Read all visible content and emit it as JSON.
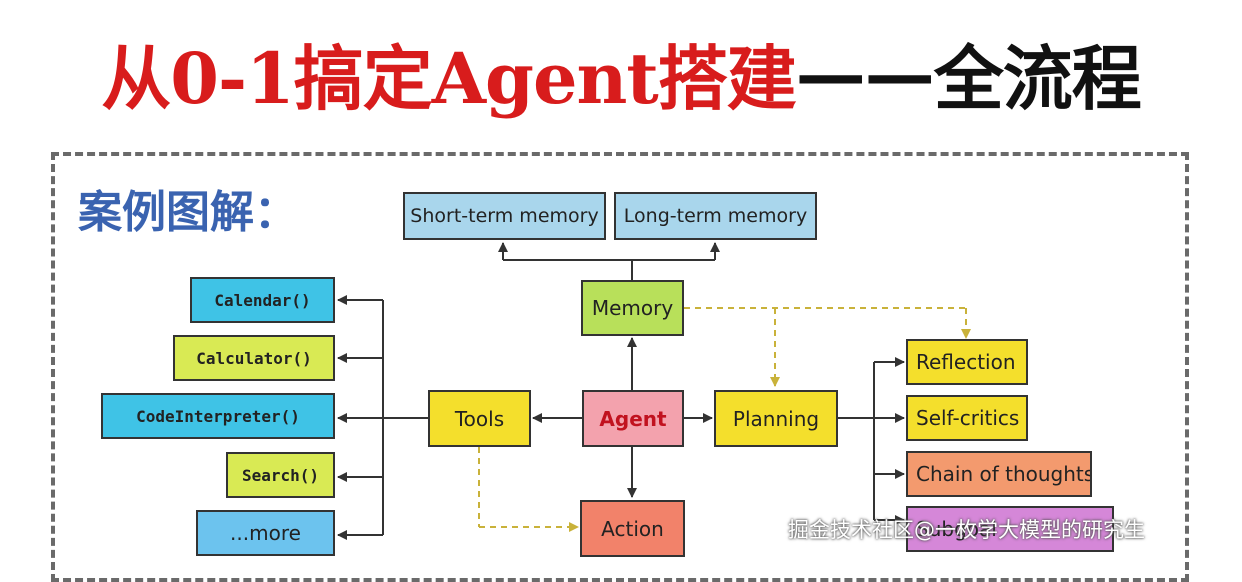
{
  "title": {
    "red": "从0-1搞定Agent搭建",
    "dash": "——",
    "black": "全流程"
  },
  "subtitle": "案例图解：",
  "diagram": {
    "nodes": {
      "short_term_memory": "Short-term memory",
      "long_term_memory": "Long-term memory",
      "memory": "Memory",
      "agent": "Agent",
      "tools": "Tools",
      "planning": "Planning",
      "action": "Action",
      "calendar": "Calendar()",
      "calculator": "Calculator()",
      "code_interpreter": "CodeInterpreter()",
      "search": "Search()",
      "more": "...more",
      "reflection": "Reflection",
      "self_critics": "Self-critics",
      "chain_of_thoughts": "Chain of thoughts",
      "subgoal": "Subgoal"
    }
  },
  "watermark": "掘金技术社区@一枚学大模型的研究生"
}
